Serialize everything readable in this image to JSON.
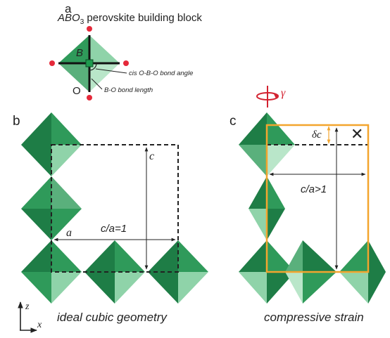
{
  "panel_a": {
    "letter": "a",
    "title_prefix": "ABO",
    "title_subscript": "3",
    "title_suffix": " perovskite building block",
    "b_label": "B",
    "o_label": "O",
    "bond_angle_label": "cis O-B-O bond angle",
    "bond_length_label": "B-O bond length"
  },
  "panel_b": {
    "letter": "b",
    "c_label": "c",
    "a_label": "a",
    "ratio_label": "c/a=1",
    "caption": "ideal cubic geometry",
    "axis_z": "z",
    "axis_x": "x"
  },
  "panel_c": {
    "letter": "c",
    "gamma_label": "γ",
    "delta_c_label": "δc",
    "cross_symbol": "✕",
    "ratio_label": "c/a>1",
    "caption": "compressive strain"
  },
  "colors": {
    "green_dark": "#1e7d46",
    "green_mid": "#2f9a5a",
    "green_light": "#8fd3a9",
    "green_pale": "#b9e6c9",
    "oxygen_red": "#e5293a",
    "box_orange": "#f3a52e",
    "arrow_red": "#d32230",
    "ink": "#222222"
  }
}
